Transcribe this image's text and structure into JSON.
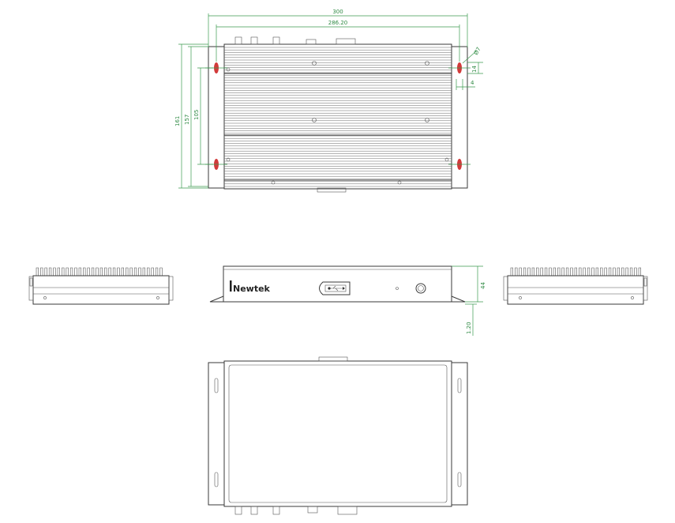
{
  "dimensions": {
    "overall_width": "300",
    "hole_spacing": "286.20",
    "hole_diameter": "Ø7",
    "slot_length": "14",
    "slot_offset": "4",
    "overall_depth": "161",
    "flange_depth": "157",
    "hole_depth_spacing": "105",
    "height": "44",
    "plate_thickness": "1.20"
  },
  "brand": {
    "logo_text": "Newtek"
  },
  "colors": {
    "line": "#3a3a3a",
    "dimension": "#3b9a4f",
    "hole_marker": "#d23a3a"
  },
  "icons": {
    "usb_port": "usb-icon",
    "power_button": "power-button-icon"
  }
}
